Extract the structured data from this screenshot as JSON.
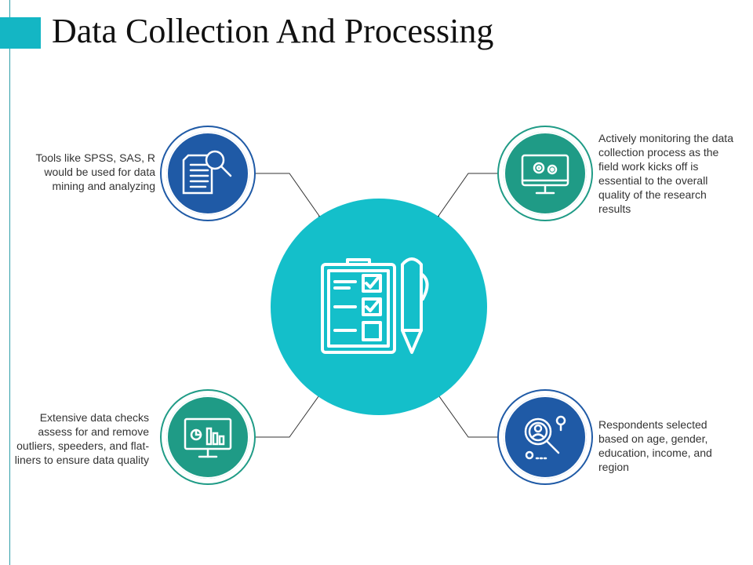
{
  "title": "Data Collection And Processing",
  "colors": {
    "accent": "#14b6c4",
    "hub": "#14bfca",
    "blue": "#1f5aa6",
    "green": "#1f9b86",
    "connector": "#333333"
  },
  "hub": {
    "icon": "checklist-clipboard-pen-icon"
  },
  "nodes": {
    "top_left": {
      "icon": "document-magnifier-icon",
      "text": "Tools like SPSS, SAS, R would be used for data mining and analyzing"
    },
    "top_right": {
      "icon": "monitor-gears-icon",
      "text": "Actively monitoring the data collection process as the field work kicks off is essential to the overall quality of the research results"
    },
    "bottom_left": {
      "icon": "presentation-chart-icon",
      "text": "Extensive data checks assess for and remove outliers, speeders, and flat-liners to ensure data quality"
    },
    "bottom_right": {
      "icon": "respondent-search-icon",
      "text": "Respondents selected based on age, gender, education, income, and region"
    }
  }
}
